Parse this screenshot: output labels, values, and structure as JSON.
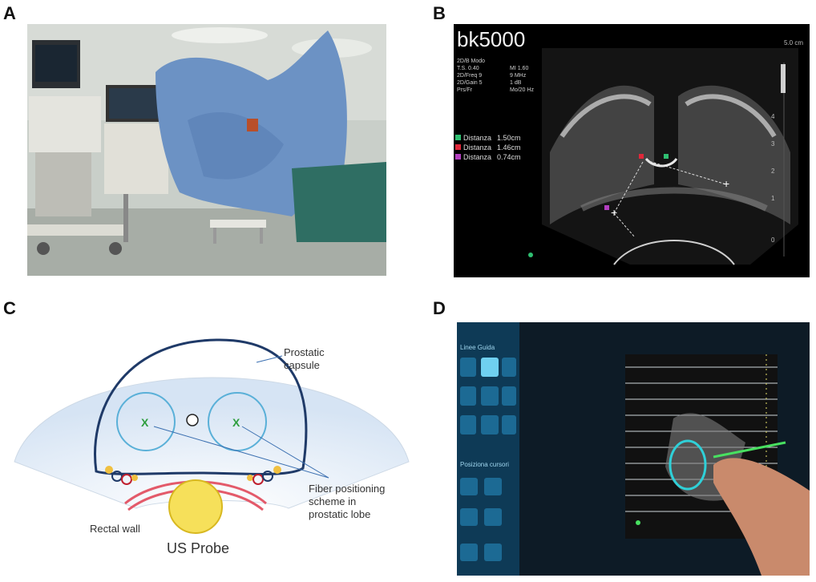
{
  "panels": {
    "a": {
      "letter": "A"
    },
    "b": {
      "letter": "B",
      "brand": "bk5000",
      "info_lines": [
        "2D/B Modo",
        "T.S. 0.40",
        "2D/Freq 9",
        "2D/Gain 5",
        "Prs/Fr"
      ],
      "info_right": [
        "MI 1.60",
        "9 MHz",
        "1 dB",
        "Mo/20 Hz"
      ],
      "depth_label": "5.0 cm",
      "scale_ticks": [
        "4",
        "3",
        "2",
        "1",
        "0"
      ],
      "measurements": [
        {
          "label": "Distanza",
          "value": "1.50cm",
          "color": "#2fbf71"
        },
        {
          "label": "Distanza",
          "value": "1.46cm",
          "color": "#e0283a"
        },
        {
          "label": "Distanza",
          "value": "0.74cm",
          "color": "#b23fbf"
        }
      ]
    },
    "c": {
      "letter": "C",
      "label_capsule_1": "Prostatic",
      "label_capsule_2": "capsule",
      "label_fiber_1": "Fiber positioning",
      "label_fiber_2": "scheme in",
      "label_fiber_3": "prostatic lobe",
      "label_rectal": "Rectal wall",
      "label_probe": "US Probe",
      "marker_left": "X",
      "marker_right": "X"
    },
    "d": {
      "letter": "D",
      "menu_title": "Linee Guida",
      "menu_section": "Posiziona cursori"
    }
  },
  "colors": {
    "capsule": "#1f3a68",
    "lobe_circle": "#5ab0d8",
    "fan": "#dde9f6",
    "marker": "#2e9e3e",
    "rectal": "#e35a6a",
    "probe": "#f6e05a",
    "touch_circle": "#2fd0d8"
  }
}
